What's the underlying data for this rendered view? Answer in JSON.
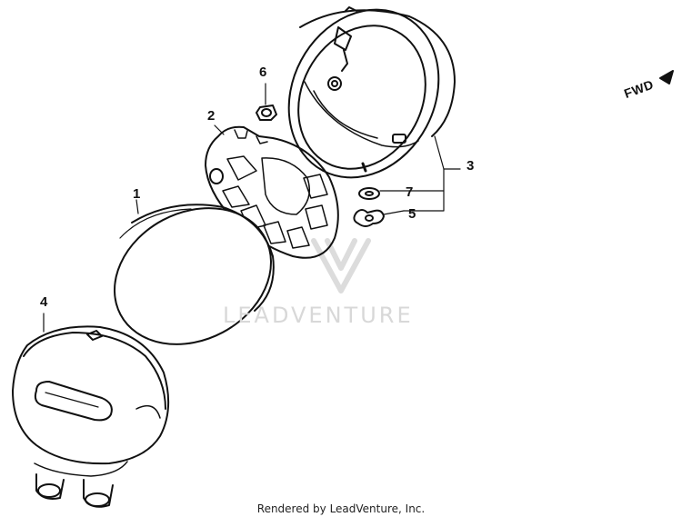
{
  "callouts": {
    "part1": "1",
    "part2": "2",
    "part3": "3",
    "part4": "4",
    "part5": "5",
    "part6": "6",
    "part7": "7"
  },
  "direction_marker": "FWD",
  "watermark": "LEADVENTURE",
  "footer": "Rendered by LeadVenture, Inc.",
  "colors": {
    "line": "#111111",
    "watermark": "#d8d8d8",
    "background": "#ffffff"
  }
}
